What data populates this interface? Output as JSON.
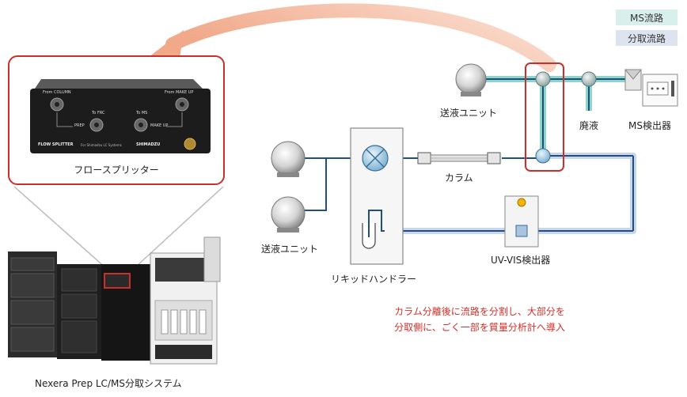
{
  "legend": {
    "ms_path": "MS流路",
    "prep_path": "分取流路"
  },
  "labels": {
    "pump_top": "送液ユニット",
    "pump_bottom": "送液ユニット",
    "waste": "廃液",
    "ms_detector": "MS検出器",
    "column": "カラム",
    "liquid_handler": "リキッドハンドラー",
    "uvvis_detector": "UV-VIS検出器",
    "flow_splitter": "フロースプリッター",
    "system_caption": "Nexera Prep LC/MS分取システム"
  },
  "splitter_panel": {
    "from_column": "From COLUMN",
    "from_makeup": "From MAKE UP",
    "prep": "PREP",
    "to_frc": "To FRC",
    "to_ms": "To MS",
    "makeup": "MAKE UP",
    "product": "FLOW SPLITTER",
    "subtext": "For Shimadzu LC Systems",
    "brand": "SHIMADZU"
  },
  "note": {
    "line1": "カラム分離後に流路を分割し、大部分を",
    "line2": "分取側に、ごく一部を質量分析計へ導入"
  },
  "colors": {
    "ms_flow": "#7fcfc2",
    "prep_flow": "#b7c7e0",
    "tube": "#1f4f80",
    "highlight": "#c9302c",
    "arrow": "#f1b195"
  }
}
